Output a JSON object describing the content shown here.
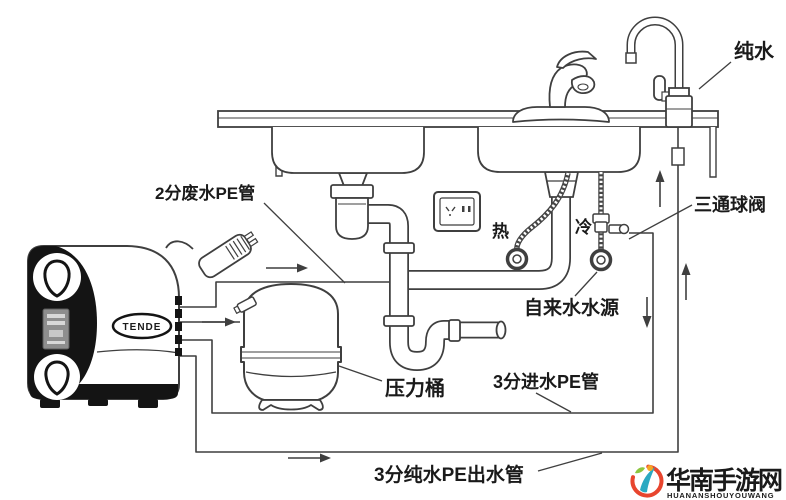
{
  "diagram": {
    "title_hint": "RO water purifier under-sink installation diagram",
    "labels": {
      "pure_water": "纯水",
      "waste_pipe": "2分废水PE管",
      "three_way_valve": "三通球阀",
      "hot": "热",
      "cold": "冷",
      "tap_water_source": "自来水水源",
      "pressure_tank": "压力桶",
      "inlet_pipe": "3分进水PE管",
      "pure_out_pipe": "3分纯水PE出水管"
    },
    "device": {
      "brand_badge": "TENDE"
    },
    "watermark": {
      "title": "华南手游网",
      "subtitle": "HUANANSHOUYOUWANG"
    },
    "colors": {
      "line": "#3f3f3f",
      "device_dark": "#141414",
      "label_text": "#1a1a1a",
      "watermark_sub": "#8f8f8f",
      "logo_red": "#e8452e",
      "logo_teal": "#2aa9c2",
      "logo_green": "#8dc63f",
      "logo_yellow": "#f5a623"
    }
  }
}
